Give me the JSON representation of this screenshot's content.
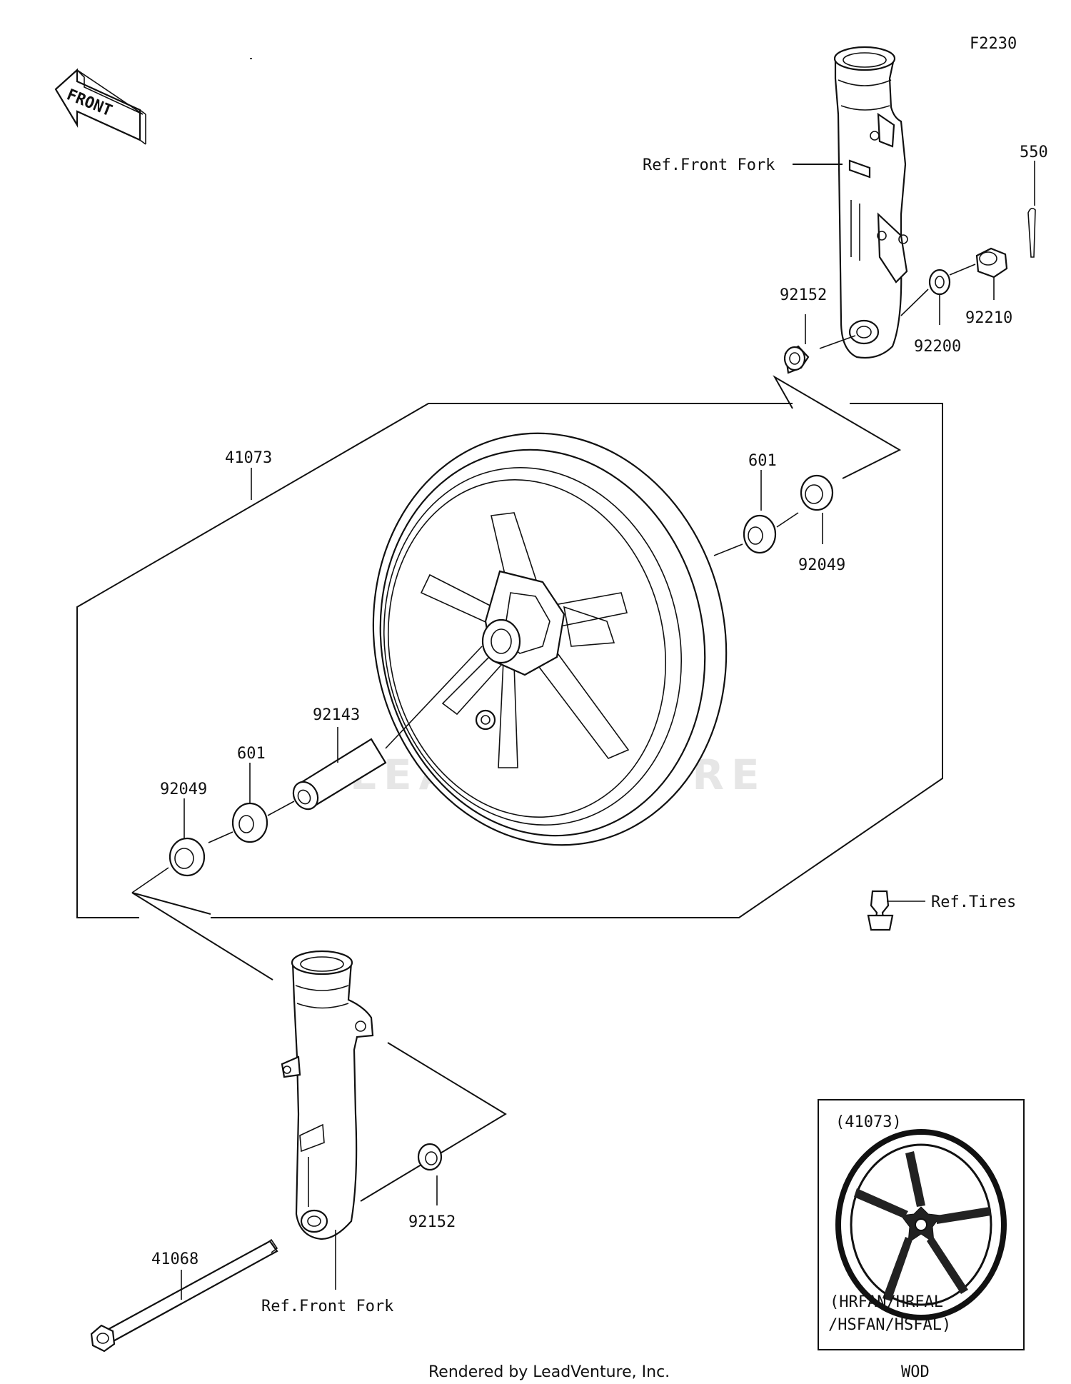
{
  "diagram_code": "F2230",
  "front_label": "FRONT",
  "watermark": "LEADVENTURE",
  "callouts": {
    "ref_front_fork_top": "Ref.Front Fork",
    "p550": "550",
    "p92152_top": "92152",
    "p92210": "92210",
    "p92200": "92200",
    "p41073": "41073",
    "p601_right": "601",
    "p92049_right": "92049",
    "p92143": "92143",
    "p601_left": "601",
    "p92049_left": "92049",
    "ref_tires": "Ref.Tires",
    "p92152_bottom": "92152",
    "p41068": "41068",
    "ref_front_fork_bottom": "Ref.Front Fork"
  },
  "inset": {
    "part_ref": "(41073)",
    "models_line1": "(HRFAN/HRFAL",
    "models_line2": "/HSFAN/HSFAL)",
    "color_code": "WOD"
  },
  "footer": "Rendered by LeadVenture, Inc."
}
